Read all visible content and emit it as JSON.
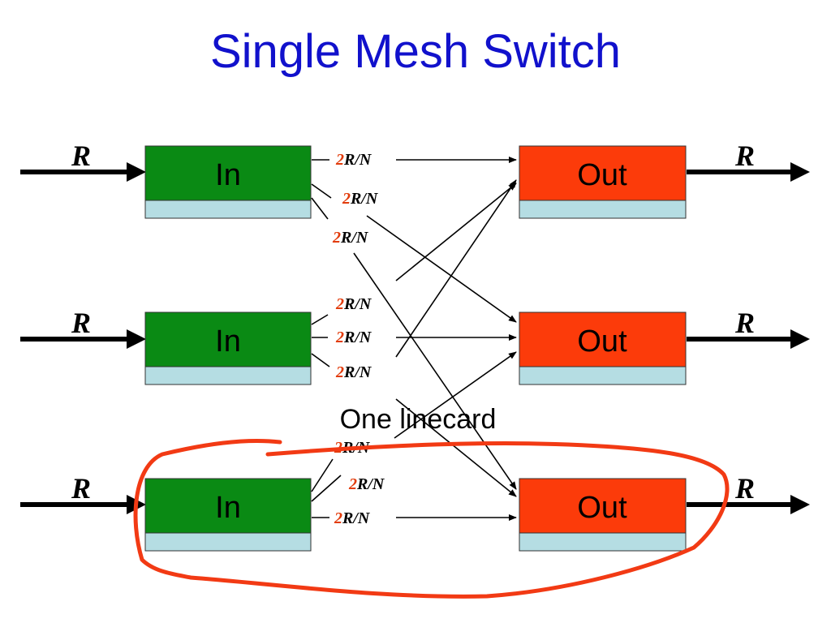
{
  "slide": {
    "title": "Single Mesh Switch",
    "caption": "One linecard"
  },
  "ports": [
    {
      "input_label": "In",
      "output_label": "Out",
      "in_rate": "R",
      "out_rate": "R"
    },
    {
      "input_label": "In",
      "output_label": "Out",
      "in_rate": "R",
      "out_rate": "R"
    },
    {
      "input_label": "In",
      "output_label": "Out",
      "in_rate": "R",
      "out_rate": "R"
    }
  ],
  "link_rate": {
    "factor": "2",
    "fraction": "R/N"
  },
  "colors": {
    "title": "#1111cc",
    "input_box": "#0a8a14",
    "output_box": "#fc3b0a",
    "buffer_strip": "#b5dde3",
    "rate_factor": "#e23c0c",
    "annotation": "#f23a14"
  }
}
